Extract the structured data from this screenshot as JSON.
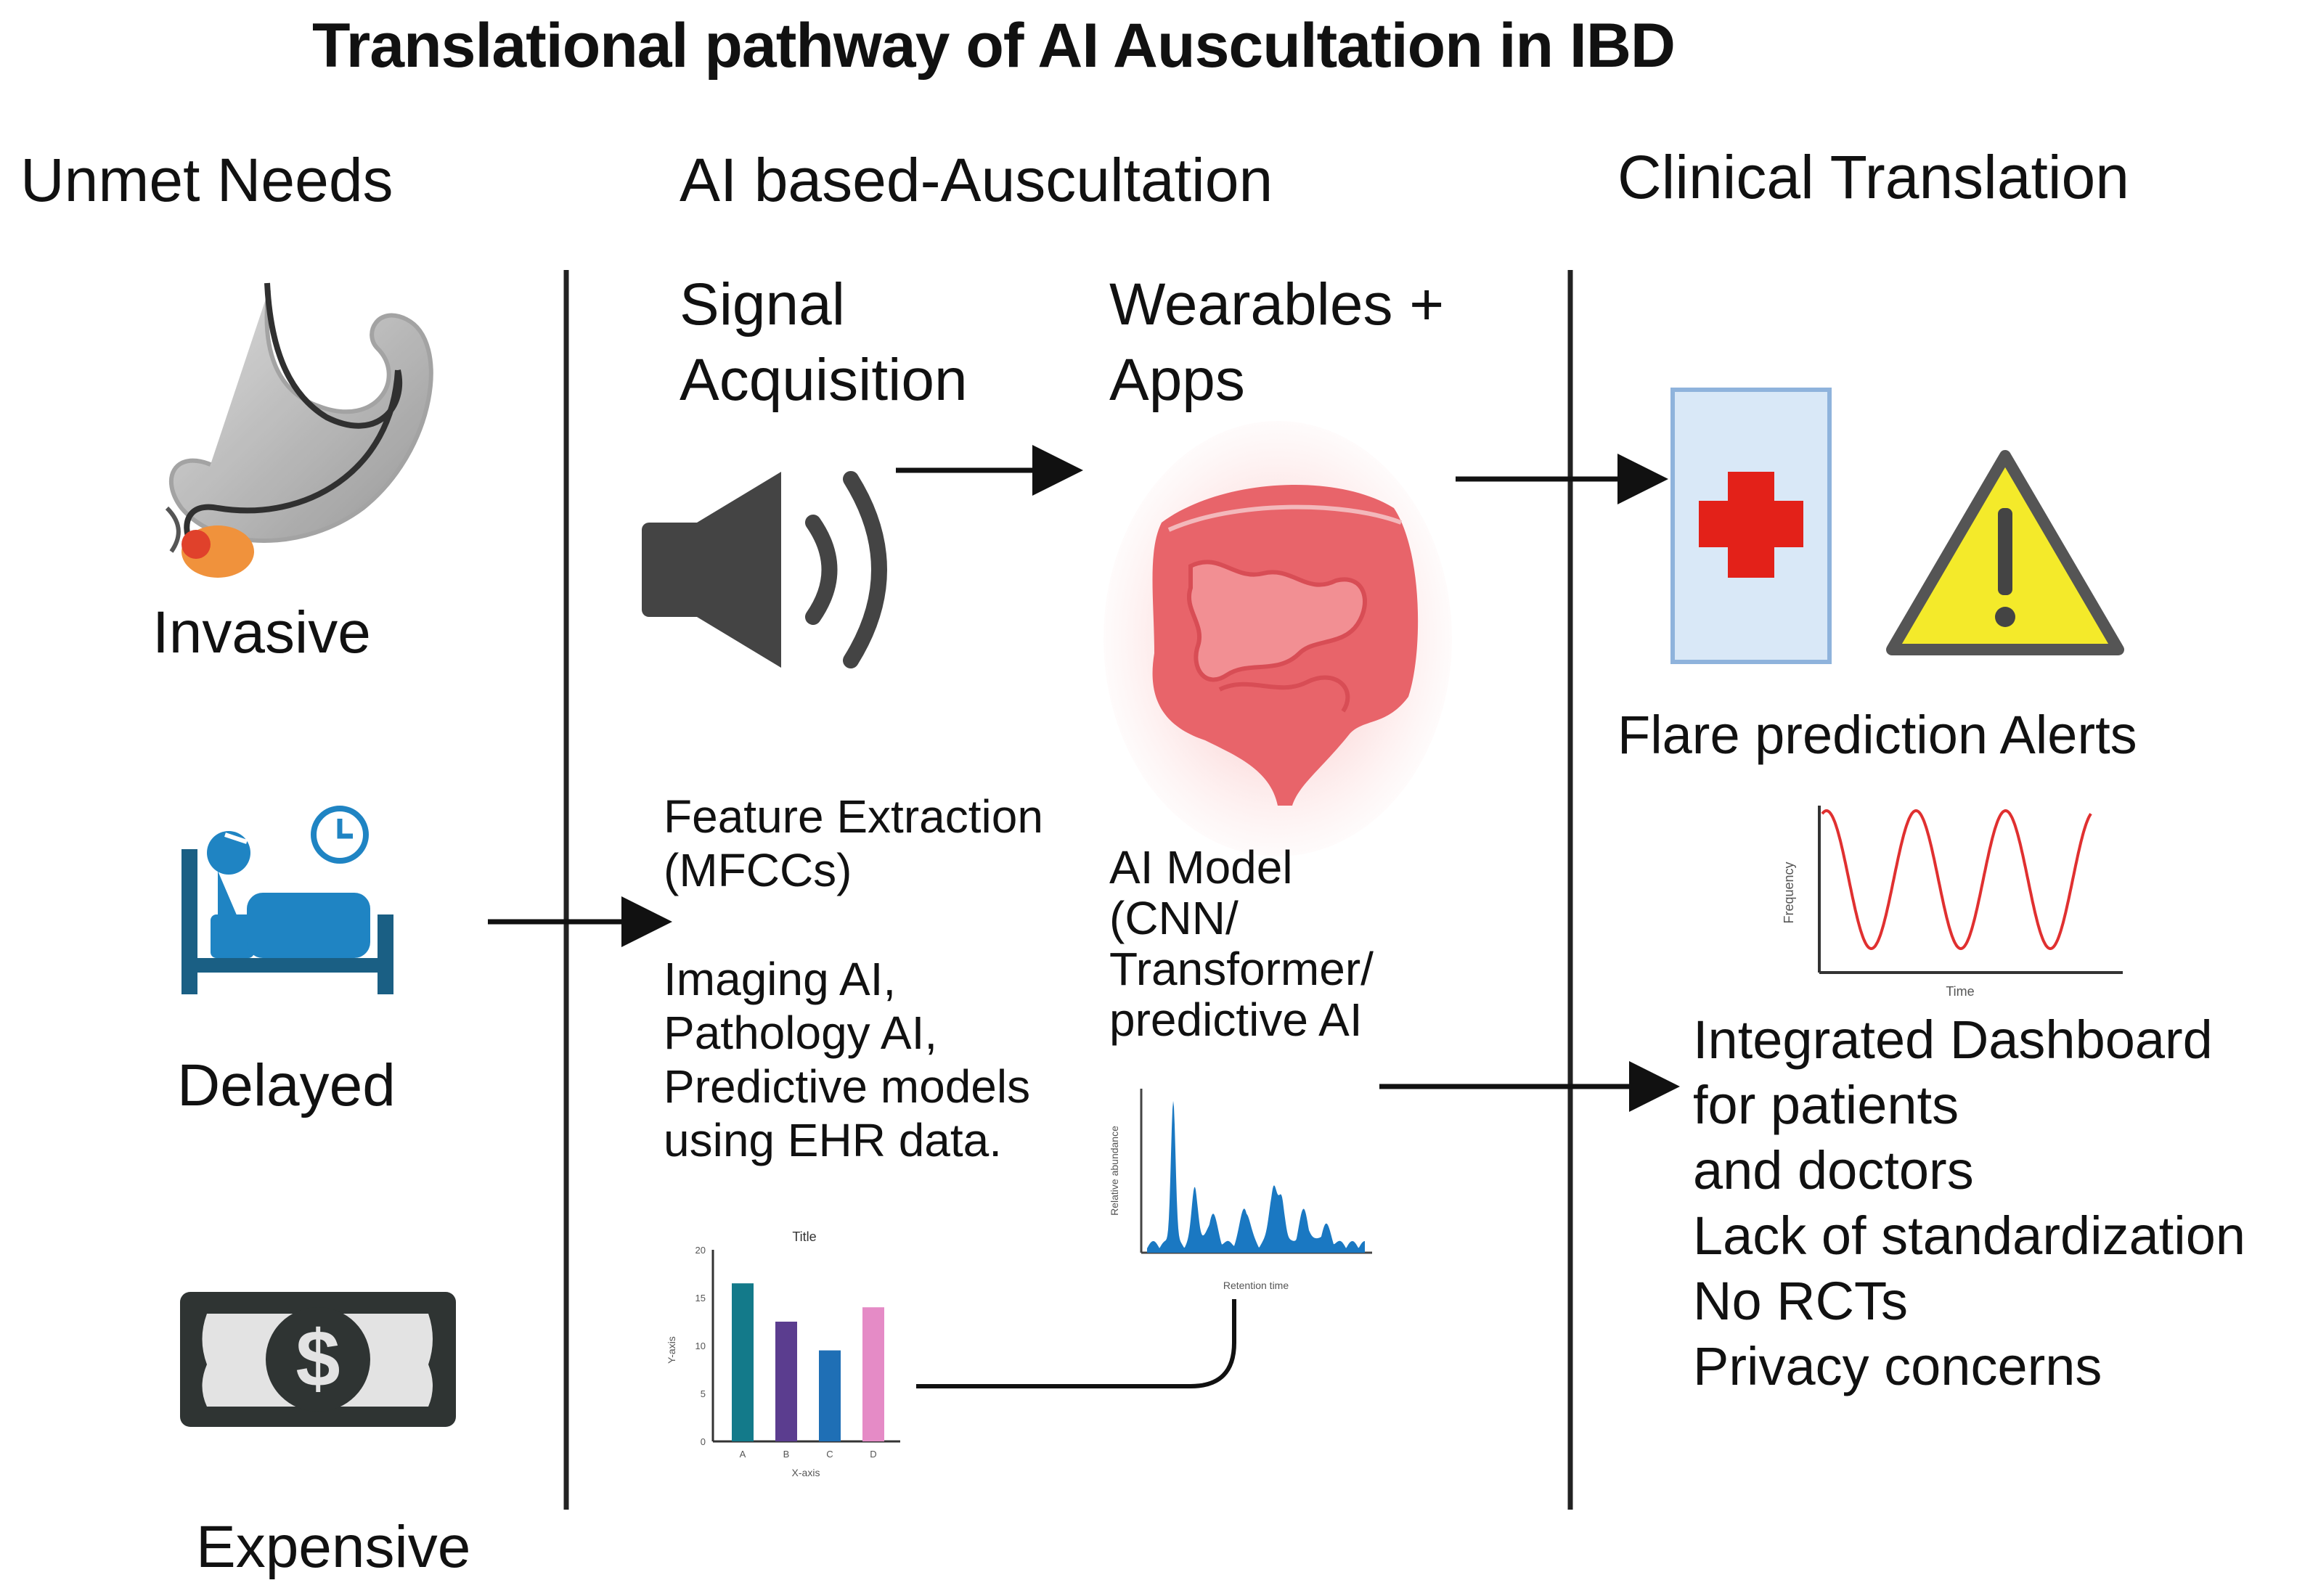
{
  "title": "Translational pathway of AI  Auscultation in IBD",
  "columns": {
    "unmet": "Unmet Needs",
    "ai": "AI based-Auscultation",
    "clinical": "Clinical Translation"
  },
  "unmet_items": {
    "invasive": "Invasive",
    "delayed": "Delayed",
    "expensive": "Expensive"
  },
  "ai_section": {
    "signal_acquisition": [
      "Signal",
      "Acquisition"
    ],
    "wearables": [
      "Wearables +",
      "Apps"
    ],
    "feature_extraction": [
      "Feature Extraction",
      "(MFCCs)"
    ],
    "imaging_ai": [
      "Imaging AI,",
      "Pathology AI,",
      "Predictive models",
      "using EHR data."
    ],
    "ai_model": [
      "AI Model",
      "(CNN/",
      "Transformer/",
      "predictive AI"
    ]
  },
  "clinical_section": {
    "flare_alerts": "Flare prediction Alerts",
    "outcomes": [
      "Integrated Dashboard",
      "for patients",
      "and doctors",
      "Lack of standardization",
      "No RCTs",
      "Privacy concerns"
    ]
  },
  "mini_charts": {
    "bar_chart": {
      "title": "Title",
      "xlabel": "X-axis",
      "ylabel": "Y-axis",
      "categories": [
        "A",
        "B",
        "C",
        "D"
      ],
      "values": [
        16.5,
        12.5,
        9.5,
        14
      ],
      "yticks": [
        "0",
        "5",
        "10",
        "15",
        "20"
      ],
      "colors": [
        "#137a8a",
        "#5b3d8f",
        "#1f6fb5",
        "#e58bc6"
      ]
    },
    "sine_chart": {
      "xlabel": "Time",
      "ylabel": "Frequency",
      "color": "#e03030"
    },
    "spectrum_chart": {
      "xlabel": "Retention time",
      "ylabel": "Relative abundance",
      "color": "#1a78c2"
    }
  },
  "colors": {
    "arrow": "#111111",
    "cross": "#e32119",
    "warning": "#f4ea2a",
    "bed": "#1f84c3",
    "bed_frame": "#1a5f84",
    "money": "#2f3433",
    "speaker": "#444444",
    "intestine": "#e8646a",
    "panel": "#d9e8f7"
  },
  "icons": [
    "stomach-endoscope-icon",
    "bed-clock-icon",
    "dollar-bill-icon",
    "speaker-icon",
    "intestine-icon",
    "medical-cross-icon",
    "warning-icon"
  ]
}
